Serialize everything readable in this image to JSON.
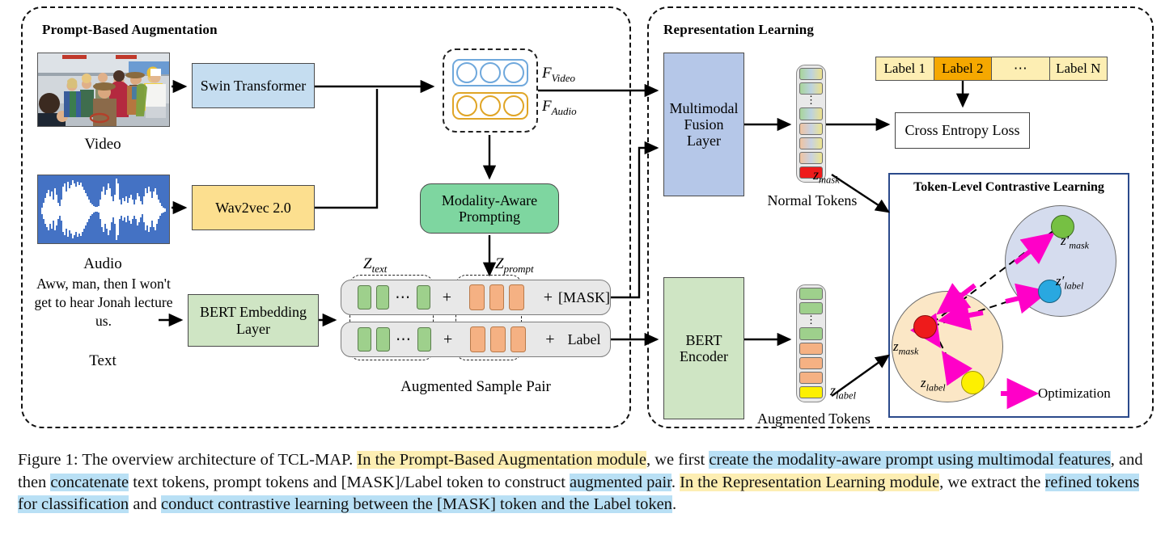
{
  "figure": {
    "modules": [
      {
        "id": "prompt-based-augmentation",
        "title": "Prompt-Based Augmentation"
      },
      {
        "id": "representation-learning",
        "title": "Representation Learning"
      }
    ],
    "inputs": [
      {
        "id": "video",
        "caption": "Video",
        "kind": "image-thumbnail"
      },
      {
        "id": "audio",
        "caption": "Audio",
        "kind": "waveform-thumbnail"
      },
      {
        "id": "text",
        "caption": "Text",
        "content": "Aww, man, then I won't get to hear Jonah lecture us."
      }
    ],
    "encoders": {
      "video": "Swin Transformer",
      "audio": "Wav2vec 2.0",
      "text": "BERT Embedding Layer"
    },
    "features": {
      "video_label": "F",
      "video_sub": "Video",
      "audio_label": "F",
      "audio_sub": "Audio",
      "video_circles": 3,
      "audio_circles": 3
    },
    "prompting_block": "Modality-Aware Prompting",
    "sequence": {
      "ztext_label": "Z",
      "ztext_sub": "text",
      "zprompt_label": "Z",
      "zprompt_sub": "prompt",
      "rows": [
        {
          "id": "mask-row",
          "plus1": "+",
          "plus2": "+",
          "tail": "[MASK]",
          "text_tokens": 3,
          "prompt_tokens": 3,
          "ellipsis": "⋯"
        },
        {
          "id": "label-row",
          "plus1": "+",
          "plus2": "+",
          "tail": "Label",
          "text_tokens": 3,
          "prompt_tokens": 3,
          "ellipsis": "⋯"
        }
      ],
      "caption": "Augmented Sample Pair"
    },
    "representation": {
      "fusion_layer": "Multimodal Fusion Layer",
      "bert_encoder": "BERT Encoder",
      "normal_tokens_caption": "Normal Tokens",
      "augmented_tokens_caption": "Augmented Tokens",
      "z_mask_label": "z",
      "z_mask_sub": "mask",
      "z_label_label": "z",
      "z_label_sub": "label",
      "cross_entropy_loss": "Cross Entropy Loss",
      "labels": [
        "Label 1",
        "Label 2",
        "⋯",
        "Label N"
      ],
      "selected_label_index": 1
    },
    "contrastive": {
      "title": "Token-Level Contrastive Learning",
      "legend": "Optimization",
      "points": [
        {
          "id": "z-mask-anchor",
          "label": "z",
          "sub": "mask",
          "prime": false,
          "color": "#ee1b1b",
          "cluster": "original"
        },
        {
          "id": "z-label-anchor",
          "label": "z",
          "sub": "label",
          "prime": false,
          "color": "#fdf000",
          "cluster": "original"
        },
        {
          "id": "z-mask-prime",
          "label": "z",
          "sub": "mask",
          "prime": true,
          "color": "#76c043",
          "cluster": "augmented"
        },
        {
          "id": "z-label-prime",
          "label": "z",
          "sub": "label",
          "prime": true,
          "color": "#29a8e0",
          "cluster": "augmented"
        }
      ],
      "clusters": [
        {
          "id": "original-cluster",
          "fill": "#fbe7c6"
        },
        {
          "id": "augmented-cluster",
          "fill": "#d5dcee"
        }
      ]
    },
    "colors": {
      "swin_fill": "#c5ddf0",
      "wav2vec_fill": "#fcdf8f",
      "bert_fill": "#cfe5c4",
      "prompting_fill": "#7ed6a0",
      "fusion_fill": "#b5c7e8",
      "encoder_fill": "#cfe5c4",
      "label_fill": "#fdeeb3",
      "label_selected_fill": "#f5a800",
      "green_token": "#9ed08c",
      "orange_token": "#f5b183",
      "mask_red": "#ee1b1b",
      "label_yellow": "#fdf000",
      "optimization_arrow": "#ff00c8",
      "contrastive_border": "#2b4a8b",
      "audio_bg": "#4472c4"
    }
  },
  "caption": {
    "prefix": "Figure 1:  The overview architecture of TCL-MAP. ",
    "segments": [
      {
        "text": "In the Prompt-Based Augmentation module",
        "highlight": "yellow"
      },
      {
        "text": ", we first ",
        "highlight": "none"
      },
      {
        "text": "create the modality-aware prompt using multimodal features",
        "highlight": "blue"
      },
      {
        "text": ", and then ",
        "highlight": "none"
      },
      {
        "text": "concatenate",
        "highlight": "blue"
      },
      {
        "text": " text tokens, prompt tokens and [MASK]/Label token to construct ",
        "highlight": "none"
      },
      {
        "text": "augmented pair",
        "highlight": "blue"
      },
      {
        "text": ". ",
        "highlight": "none"
      },
      {
        "text": "In the Representation Learning module",
        "highlight": "yellow"
      },
      {
        "text": ", we extract the ",
        "highlight": "none"
      },
      {
        "text": "refined tokens for classification",
        "highlight": "blue"
      },
      {
        "text": " and ",
        "highlight": "none"
      },
      {
        "text": "conduct contrastive learning between the [MASK] token and the Label token",
        "highlight": "blue"
      },
      {
        "text": ".",
        "highlight": "none"
      }
    ]
  }
}
